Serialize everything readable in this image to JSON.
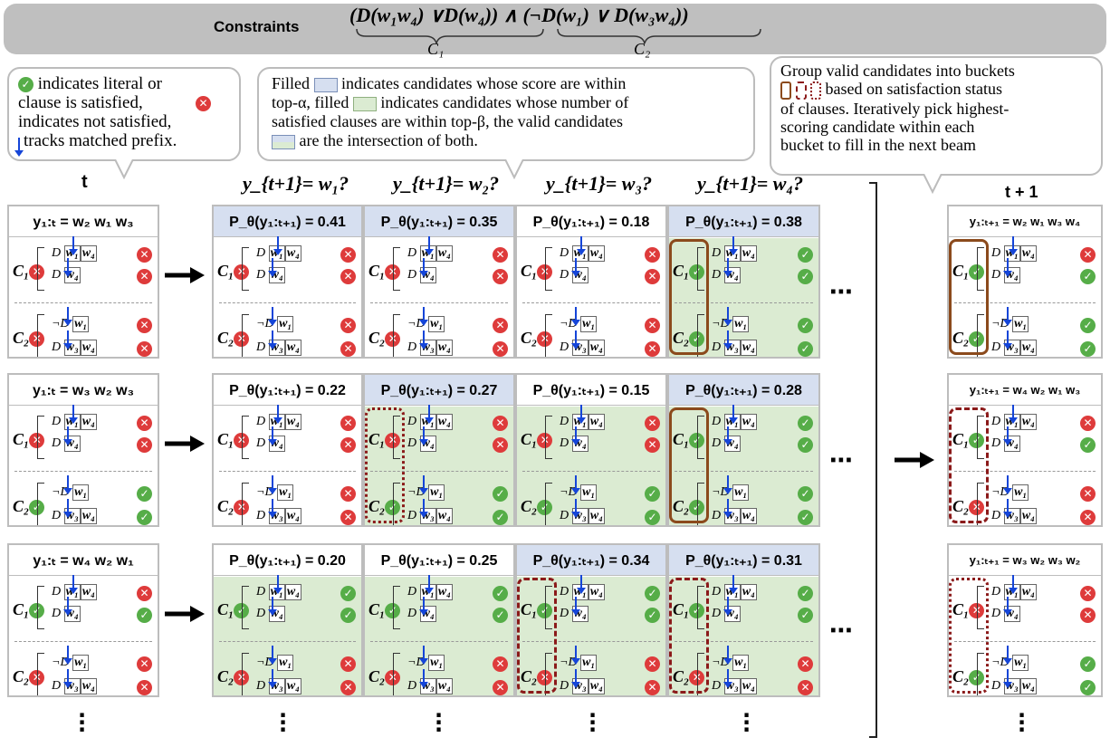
{
  "constraints": {
    "title": "Constraints",
    "formula": "(D(w₁w₄) ∨D(w₄)) ∧ (¬D(w₁) ∨ D(w₃w₄))",
    "c1": "C₁",
    "c2": "C₂"
  },
  "bubbles": {
    "legend": "indicates literal or clause is satisfied, indicates not satisfied, tracks matched prefix.",
    "legend_lines": [
      "indicates literal or",
      "clause is satisfied,",
      "indicates not satisfied,",
      "tracks matched prefix."
    ],
    "filled_lines": [
      "Filled",
      "indicates candidates whose score are within",
      "top-α, filled",
      "indicates candidates whose number of",
      "satisfied clauses are within top-β, the valid candidates",
      "are the intersection of both."
    ],
    "group_lines": [
      "Group valid candidates into buckets",
      "based on satisfaction status",
      "of clauses. Iteratively pick highest-",
      "scoring candidate within each",
      "bucket to fill in the next beam"
    ]
  },
  "headers": {
    "t": "t",
    "t1": "t + 1",
    "cols": [
      "y_{t+1}= w₁?",
      "y_{t+1}= w₂?",
      "y_{t+1}= w₃?",
      "y_{t+1}= w₄?"
    ]
  },
  "col_labels": [
    "y",
    "t+1",
    "= ",
    "w",
    "?"
  ],
  "rows": [
    {
      "left": "y₁:ₜ = w₂ w₁ w₃",
      "probs": [
        "P_θ(y₁:ₜ₊₁) = 0.41",
        "P_θ(y₁:ₜ₊₁) = 0.35",
        "P_θ(y₁:ₜ₊₁) = 0.18",
        "P_θ(y₁:ₜ₊₁) = 0.38"
      ],
      "right": "y₁:ₜ₊₁ = w₂ w₁ w₃ w₄"
    },
    {
      "left": "y₁:ₜ = w₃ w₂ w₃",
      "probs": [
        "P_θ(y₁:ₜ₊₁) = 0.22",
        "P_θ(y₁:ₜ₊₁) = 0.27",
        "P_θ(y₁:ₜ₊₁) = 0.15",
        "P_θ(y₁:ₜ₊₁) = 0.28"
      ],
      "right": "y₁:ₜ₊₁ = w₄ w₂ w₁ w₃"
    },
    {
      "left": "y₁:ₜ = w₄ w₂ w₁",
      "probs": [
        "P_θ(y₁:ₜ₊₁) = 0.20",
        "P_θ(y₁:ₜ₊₁) = 0.25",
        "P_θ(y₁:ₜ₊₁) = 0.34",
        "P_θ(y₁:ₜ₊₁) = 0.31"
      ],
      "right": "y₁:ₜ₊₁ = w₃ w₂ w₃ w₂"
    }
  ],
  "literals": {
    "d": "D",
    "nd": "¬D",
    "w1": "w₁",
    "w3": "w₃",
    "w4": "w₄",
    "c1": "C₁",
    "c2": "C₂"
  },
  "colors": {
    "red": "#de3b3b",
    "green": "#56ad48",
    "blue": "#1545d8",
    "prob_bg": "#d6dff0",
    "sat_bg": "#dbebd2",
    "bucket_a": "#8b4a1c",
    "bucket_b": "#8b1a1a"
  }
}
